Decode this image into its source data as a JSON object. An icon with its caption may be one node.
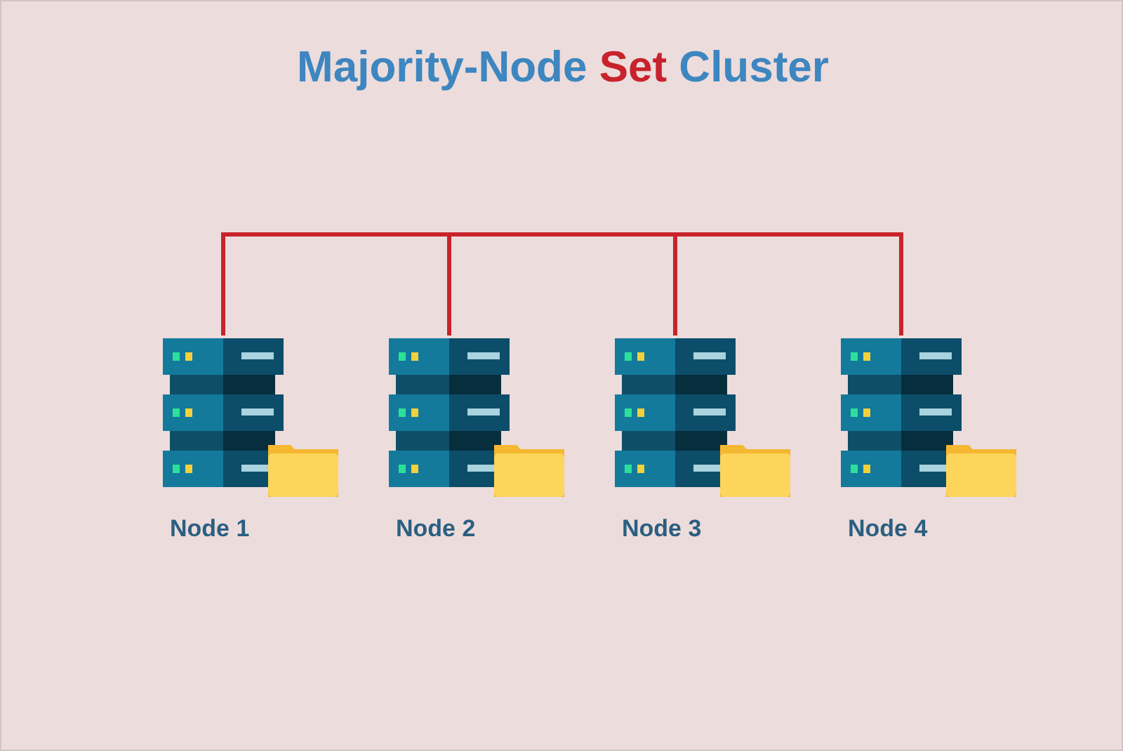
{
  "diagram": {
    "title": "Majority-Node **Set** Cluster",
    "nodes": [
      {
        "text": [
          "Node 1"
        ]
      },
      {
        "text": [
          "Node 2"
        ]
      },
      {
        "text": [
          "Node 3"
        ]
      },
      {
        "text": [
          "Node 4"
        ]
      }
    ],
    "edges": [
      {
        "from": 0,
        "to": 1,
        "arrow": "none"
      },
      {
        "from": 1,
        "to": 2,
        "arrow": "none"
      },
      {
        "from": 2,
        "to": 3,
        "arrow": "none"
      }
    ]
  }
}
